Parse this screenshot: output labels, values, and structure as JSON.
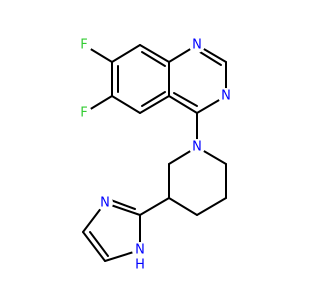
{
  "molecule": {
    "atom_labels": {
      "f_top": "F",
      "f_bottom": "F",
      "n_quinazoline_top": "N",
      "n_quinazoline_mid": "N",
      "n_piperidine": "N",
      "n_imidazole": "N",
      "nh_imidazole": "N",
      "nh_hydrogen": "H"
    },
    "colors": {
      "bond": "#000000",
      "fluorine": "#33cc33",
      "nitrogen": "#0000ff"
    }
  }
}
